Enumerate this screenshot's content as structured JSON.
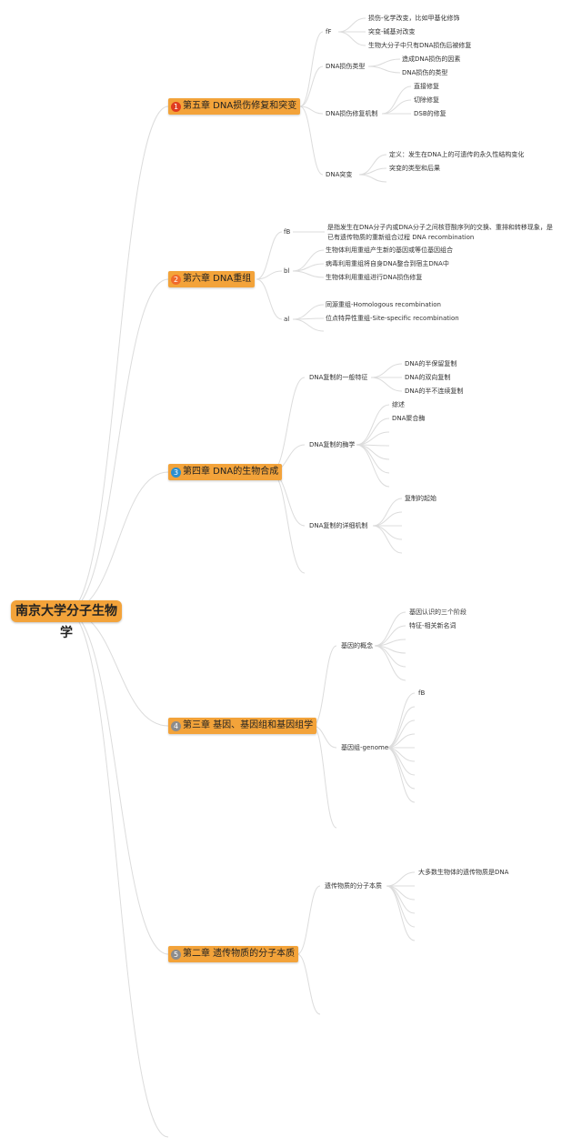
{
  "root": {
    "label": "南京大学分子生物学"
  },
  "badge_colors": {
    "ch5": "#e03b1f",
    "ch6": "#f06a2b",
    "ch4": "#2b8fcf",
    "ch3": "#8c8c8c",
    "ch2": "#8c8c8c"
  },
  "ch5": {
    "badge": "1",
    "label": "第五章 DNA损伤修复和突变",
    "n1": {
      "label": "fF",
      "items": [
        "损伤-化学改变，比如甲基化修饰",
        "突变-碱基对改变",
        "生物大分子中只有DNA损伤后被修复"
      ]
    },
    "n2": {
      "label": "DNA损伤类型",
      "items": [
        "造成DNA损伤的因素",
        "DNA损伤的类型"
      ]
    },
    "n3": {
      "label": "DNA损伤修复机制",
      "items": [
        "直接修复",
        "切除修复",
        "DSB的修复"
      ]
    },
    "n4": {
      "label": "DNA突变",
      "items": [
        "定义：发生在DNA上的可遗传的永久性结构变化",
        "突变的类型和后果"
      ]
    }
  },
  "ch6": {
    "badge": "2",
    "label": "第六章 DNA重组",
    "n1": {
      "label": "fB",
      "items": [
        "是指发生在DNA分子内或DNA分子之间核苷酸序列的交换、重排和转移现象，是已有遗传物质的重新组合过程 DNA recombination"
      ]
    },
    "n2": {
      "label": "bl",
      "items": [
        "生物体利用重组产生新的基因或等位基因组合",
        "病毒利用重组将自身DNA整合到宿主DNA中",
        "生物体利用重组进行DNA损伤修复"
      ]
    },
    "n3": {
      "label": "al",
      "items": [
        "同源重组-Homologous recombination",
        "位点特异性重组-Site-specific recombination"
      ]
    }
  },
  "ch4": {
    "badge": "3",
    "label": "第四章 DNA的生物合成",
    "n1": {
      "label": "DNA复制的一般特征",
      "items": [
        "DNA的半保留复制",
        "DNA的双向复制",
        "DNA的半不连续复制"
      ]
    },
    "n2": {
      "label": "DNA复制的酶学",
      "items": [
        "综述",
        "DNA聚合酶"
      ]
    },
    "n3": {
      "label": "DNA复制的详细机制",
      "items": [
        "复制的起始"
      ]
    }
  },
  "ch3": {
    "badge": "4",
    "label": "第三章 基因、基因组和基因组学",
    "n1": {
      "label": "基因的概念",
      "items": [
        "基因认识的三个阶段",
        "特征-相关新名词"
      ]
    },
    "n2": {
      "label": "基因组-genome",
      "items": [
        "fB"
      ]
    }
  },
  "ch2": {
    "badge": "5",
    "label": "第二章 遗传物质的分子本质",
    "n1": {
      "label": "遗传物质的分子本质",
      "items": [
        "大多数生物体的遗传物质是DNA"
      ]
    }
  }
}
